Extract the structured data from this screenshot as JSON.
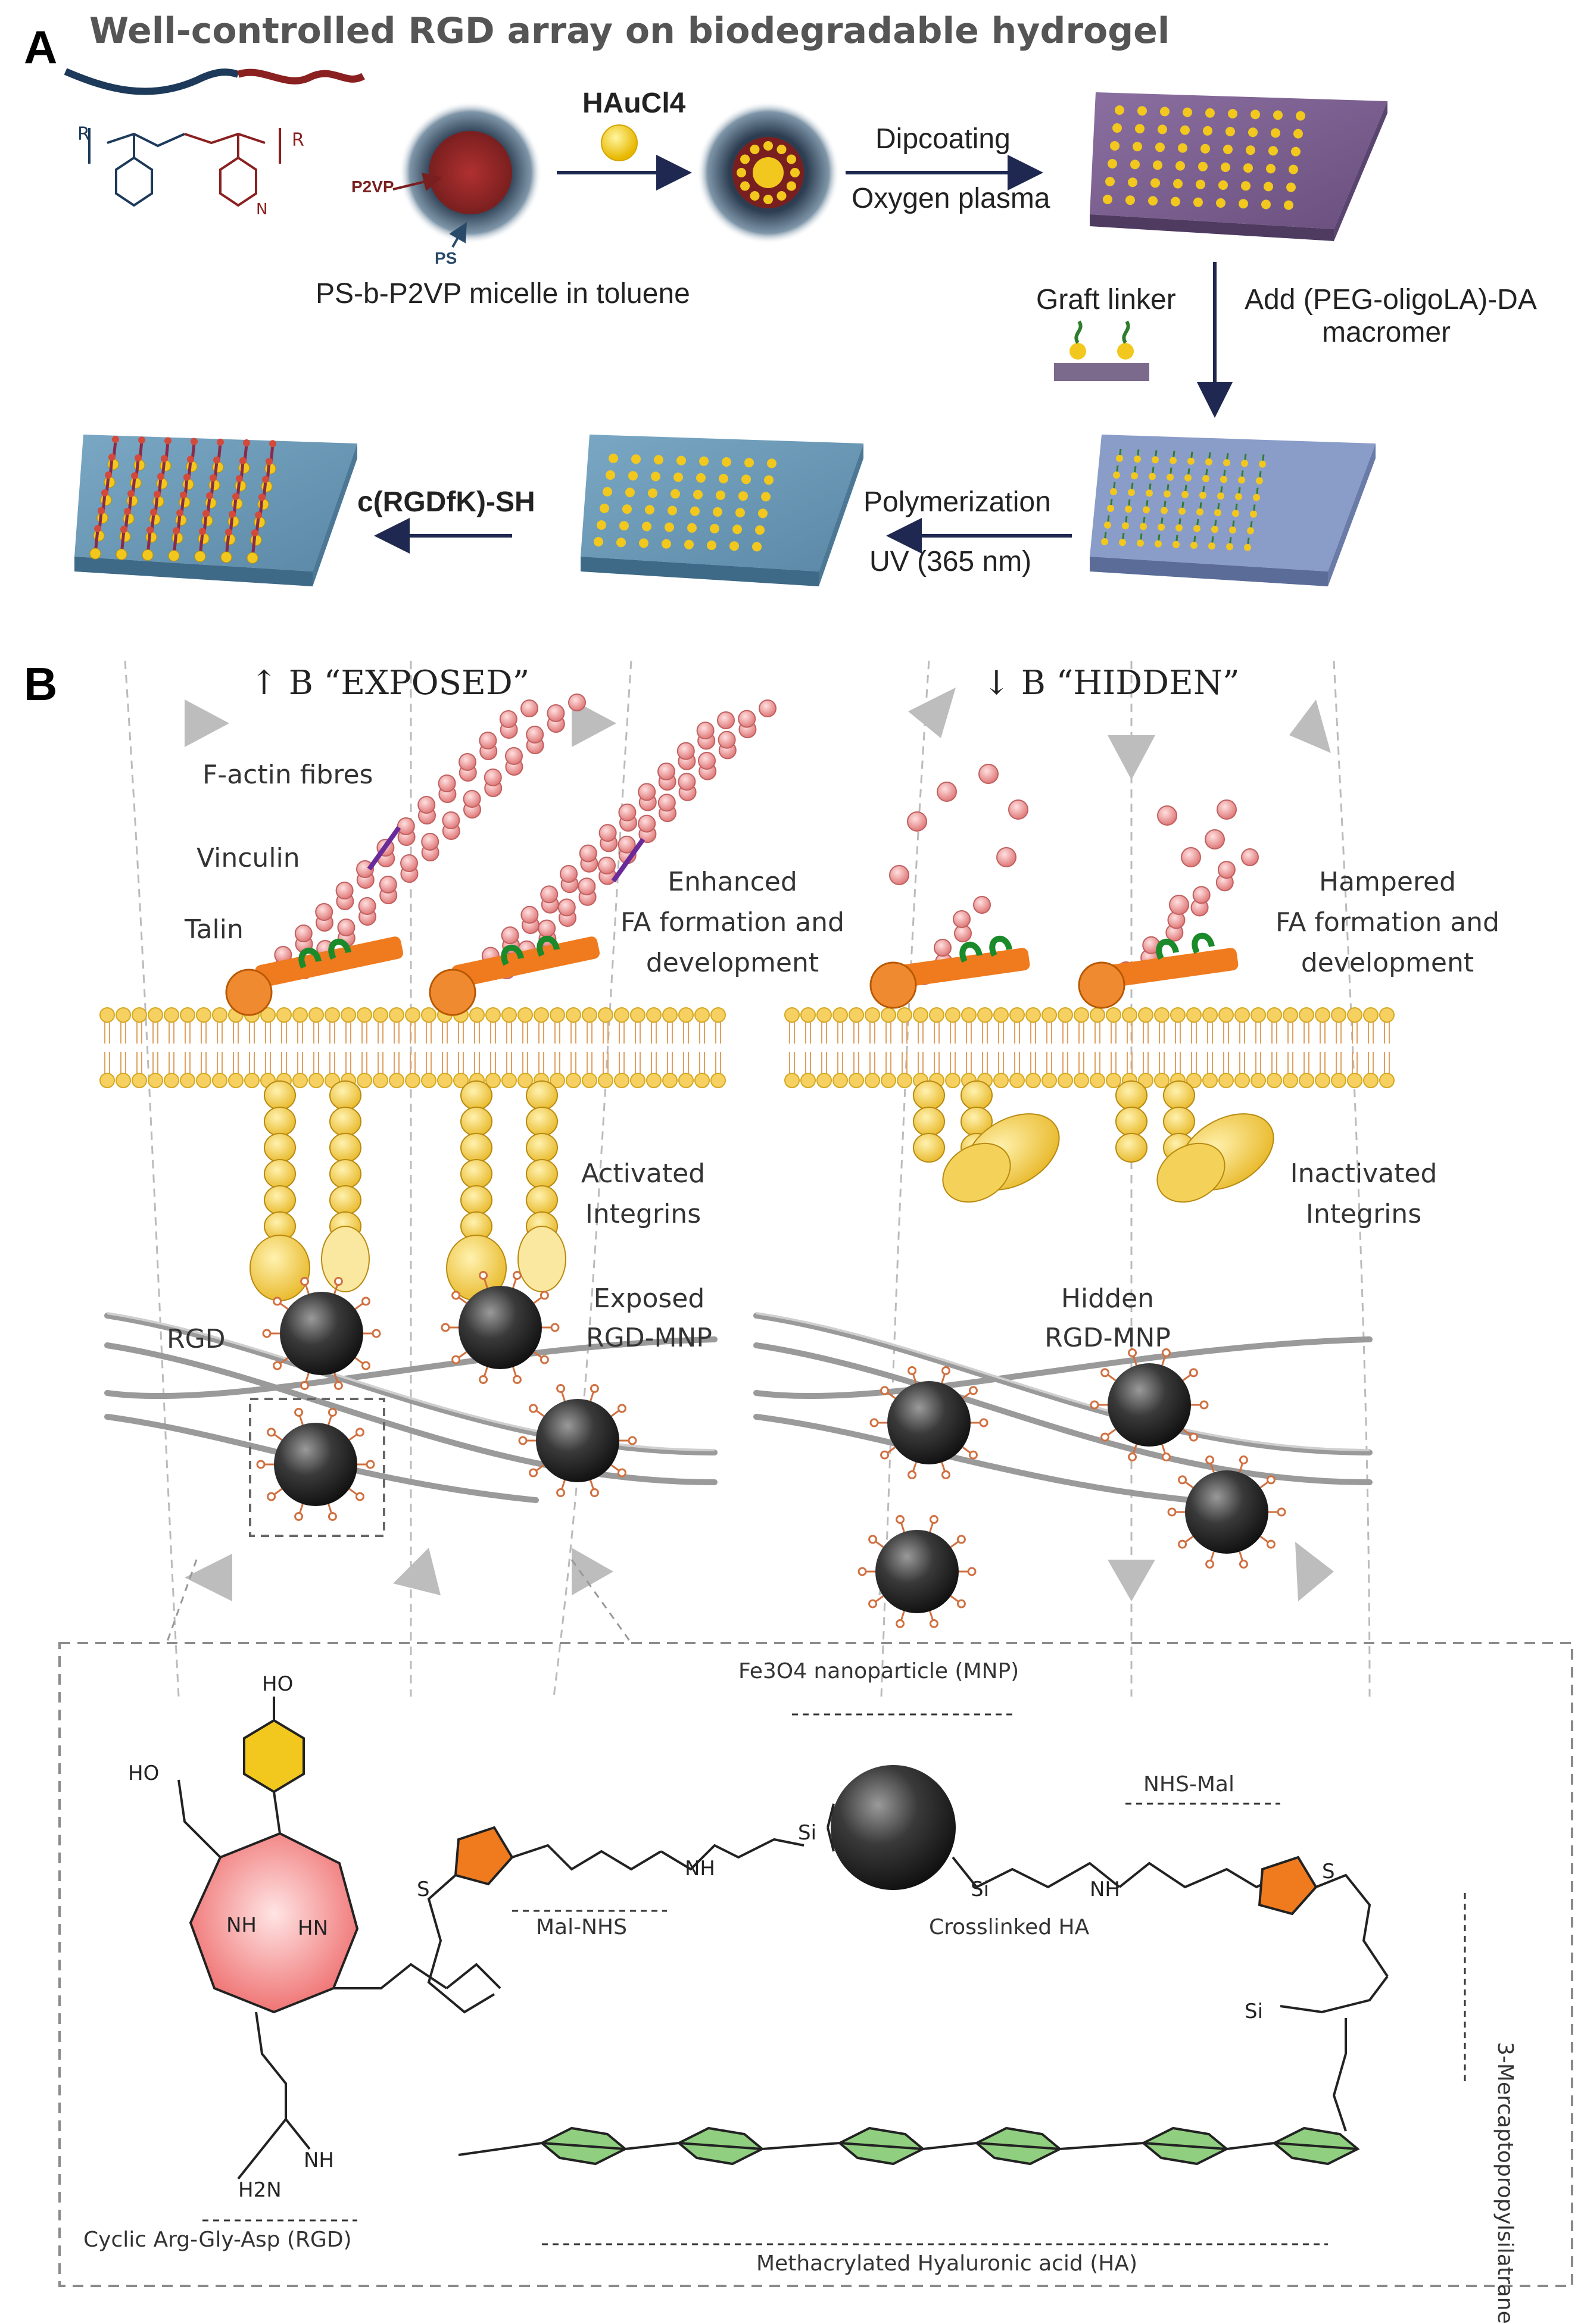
{
  "panel_a": {
    "letter": "A",
    "title": "Well-controlled RGD array on biodegradable hydrogel",
    "micelle_label": "PS-b-P2VP micelle in toluene",
    "p2vp_label": "P2VP",
    "ps_label": "PS",
    "haucl4_label": "HAuCl4",
    "step_dip": "Dipcoating",
    "step_plasma": "Oxygen plasma",
    "graft_linker": "Graft linker",
    "add_macromer_1": "Add (PEG-oligoLA)-DA",
    "add_macromer_2": "macromer",
    "polymerization": "Polymerization",
    "uv": "UV (365 nm)",
    "rgd_thiol": "c(RGDfK)-SH"
  },
  "panel_b": {
    "letter": "B",
    "exposed_title": "↑ B “EXPOSED”",
    "hidden_title": "↓ B “HIDDEN”",
    "factin": "F-actin fibres",
    "vinculin": "Vinculin",
    "talin": "Talin",
    "enhanced_1": "Enhanced",
    "enhanced_2": "FA formation and",
    "enhanced_3": "development",
    "hampered_1": "Hampered",
    "hampered_2": "FA formation and",
    "hampered_3": "development",
    "activated_1": "Activated",
    "activated_2": "Integrins",
    "inactivated_1": "Inactivated",
    "inactivated_2": "Integrins",
    "rgd": "RGD",
    "exposed_mnp_1": "Exposed",
    "exposed_mnp_2": "RGD-MNP",
    "hidden_mnp_1": "Hidden",
    "hidden_mnp_2": "RGD-MNP"
  },
  "chemistry": {
    "mnp": "Fe3O4 nanoparticle (MNP)",
    "nhs_mal": "NHS-Mal",
    "mal_nhs": "Mal-NHS",
    "crosslinked_ha": "Crosslinked HA",
    "silatrane": "3-Mercaptopropylsilatrane",
    "rgd_name": "Cyclic Arg-Gly-Asp (RGD)",
    "ha_name": "Methacrylated Hyaluronic acid (HA)"
  },
  "colors": {
    "gold": "#f2c81e",
    "p2vp_red": "#8a2020",
    "micelle_blue": "#1d2b3a",
    "substrate_purple": "#7c5f8c",
    "substrate_blue": "#6d96b0",
    "actin_pink": "#f0a0a0",
    "integrin_yellow": "#f4d25a",
    "talin_orange": "#f07a1e",
    "mnp_dark": "#3a3a3a",
    "rgd_ring": "#f07070",
    "ha_green": "#8fcf7f",
    "peg_blue": "#3a5fb0",
    "linker_green": "#2e7d2e",
    "oligo_red": "#c03060"
  }
}
